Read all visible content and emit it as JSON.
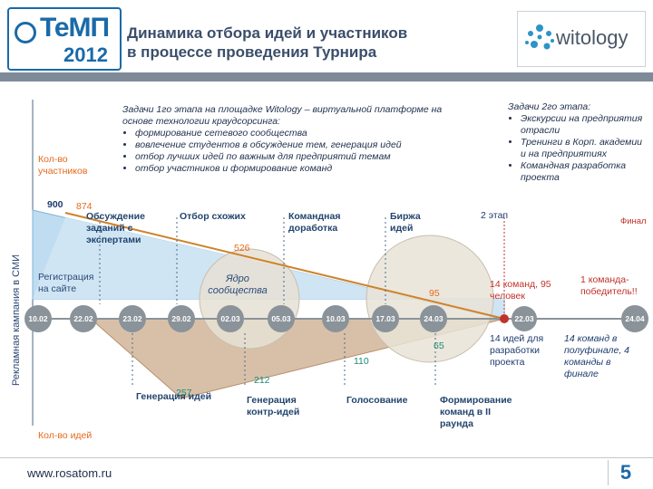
{
  "header": {
    "logo_left_name": "ТеМП",
    "logo_left_year": "2012",
    "title_line1": "Динамика отбора идей и участников",
    "title_line2": "в процессе проведения Турнира",
    "logo_right_name": "witology"
  },
  "stage1": {
    "heading": "Задачи 1го этапа на площадке Witology – виртуальной платформе на основе технологии краудсорсинга:",
    "items": [
      "формирование сетевого сообщества",
      "вовлечение студентов в обсуждение тем, генерация идей",
      "отбор лучших идей по важным для предприятий темам",
      "отбор участников и формирование команд"
    ]
  },
  "stage2": {
    "heading": "Задачи 2го этапа:",
    "items": [
      "Экскурсии на предприятия отрасли",
      "Тренинги в Корп. академии и на предприятиях",
      "Командная разработка проекта"
    ]
  },
  "axis": {
    "participants_label": "Кол-во участников",
    "ideas_label": "Кол-во идей",
    "side_label": "Рекламная кампания в СМИ"
  },
  "numbers": {
    "n900": "900",
    "n874": "874",
    "n526": "526",
    "n95": "95",
    "n65": "65",
    "n110": "110",
    "n212": "212",
    "n257": "257"
  },
  "phases_top": {
    "discussion": "Обсуждение заданий с экспертами",
    "select_similar": "Отбор схожих",
    "team_refine": "Командная доработка",
    "exchange": "Биржа идей",
    "stage2": "2 этап",
    "final": "Финал"
  },
  "phases_bottom": {
    "gen_ideas": "Генерация идей",
    "gen_counter": "Генерация контр-идей",
    "voting": "Голосование",
    "forming": "Формирование команд в II раунда"
  },
  "left_notes": {
    "registration": "Регистрация на сайте",
    "core": "Ядро сообщества"
  },
  "dates": [
    "10.02",
    "22.02",
    "23.02",
    "29.02",
    "02.03",
    "05.03",
    "10.03",
    "17.03",
    "24.03",
    "22.03",
    "24.04"
  ],
  "results": {
    "teams_people": "14 команд, 95 человек",
    "ideas_dev": "14 идей для разработки проекта",
    "winner": "1 команда-победитель!!",
    "semifinal": "14 команд в полуфинале, 4 команды в финале"
  },
  "footer": {
    "url": "www.rosatom.ru",
    "page": "5"
  },
  "colors": {
    "accent_blue": "#1a6aa8",
    "funnel_fill": "#bfdcf0",
    "triangle_fill": "#dcc6b0",
    "circle_fill": "#e9e3d6",
    "marker_red": "#c0322a",
    "date_dot": "#8a9399",
    "text_orange": "#e46a1c"
  }
}
